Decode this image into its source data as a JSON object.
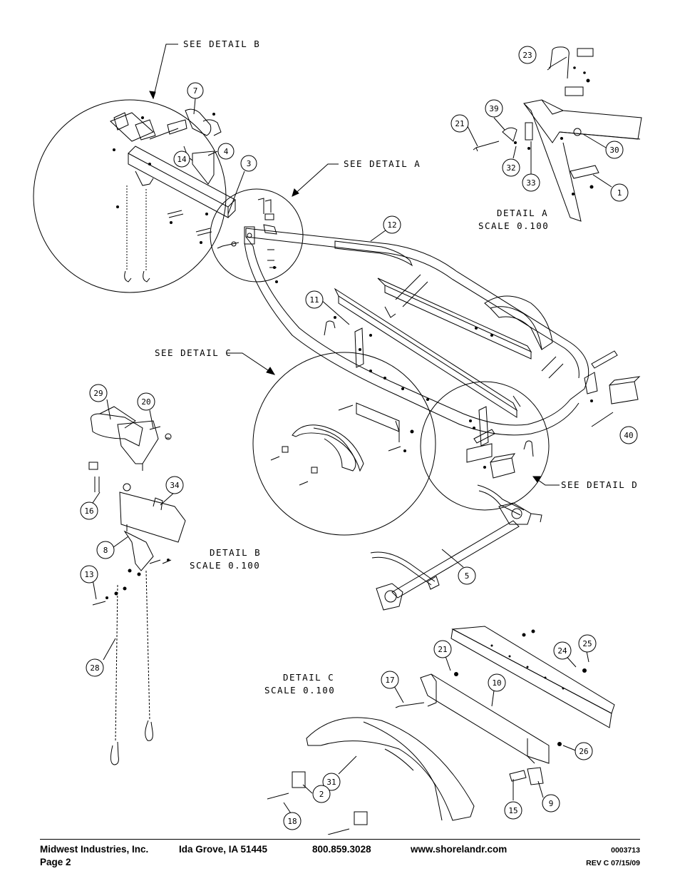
{
  "callouts": {
    "c1": "1",
    "c2": "2",
    "c3": "3",
    "c4": "4",
    "c5": "5",
    "c7": "7",
    "c8": "8",
    "c9": "9",
    "c10": "10",
    "c11": "11",
    "c12": "12",
    "c13": "13",
    "c14": "14",
    "c15": "15",
    "c16": "16",
    "c17": "17",
    "c18": "18",
    "c20": "20",
    "c21a": "21",
    "c21c": "21",
    "c23": "23",
    "c24": "24",
    "c25": "25",
    "c26": "26",
    "c28": "28",
    "c29": "29",
    "c30": "30",
    "c31": "31",
    "c32": "32",
    "c33": "33",
    "c34": "34",
    "c39": "39",
    "c40": "40"
  },
  "references": {
    "see_b": "SEE DETAIL  B",
    "see_a": "SEE DETAIL  A",
    "see_c": "SEE DETAIL  C",
    "see_d": "SEE DETAIL  D"
  },
  "details": {
    "a_title": "DETAIL  A",
    "a_scale": "SCALE  0.100",
    "b_title": "DETAIL  B",
    "b_scale": "SCALE  0.100",
    "c_title": "DETAIL  C",
    "c_scale": "SCALE  0.100"
  },
  "footer": {
    "company": "Midwest Industries, Inc.",
    "page": "Page 2",
    "city": "Ida Grove, IA  51445",
    "phone": "800.859.3028",
    "website": "www.shorelandr.com",
    "doc_number": "0003713",
    "revision": "REV C  07/15/09"
  }
}
